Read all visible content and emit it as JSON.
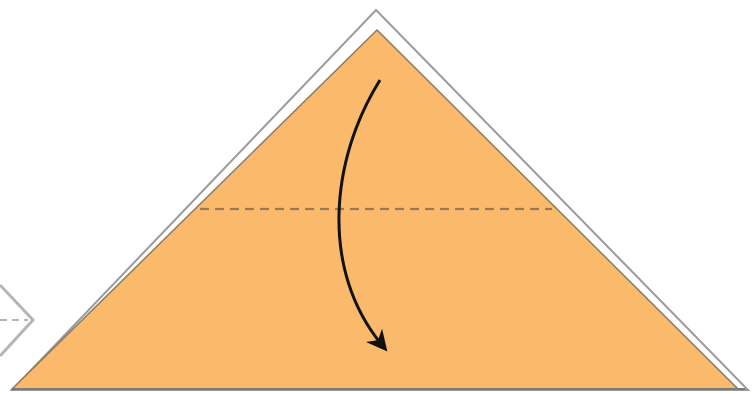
{
  "diagram": {
    "kind": "origami-fold-step",
    "instruction_text": "",
    "colors": {
      "background": "#ffffff",
      "paper": "#fbb96b",
      "paper_edge": "#8a7a66",
      "paper_layer_outline": "#9a9a9a",
      "paper_layer_fill": "#ffffff",
      "fold_line": "#9a7a52",
      "arrow": "#111111",
      "side_hint_outline": "#b5b5b5"
    },
    "elements": {
      "paper_shape": "triangle",
      "fold_line_style": "valley-fold-dashed",
      "arrow_direction": "down",
      "side_hint": "partial-diamond-left"
    }
  }
}
